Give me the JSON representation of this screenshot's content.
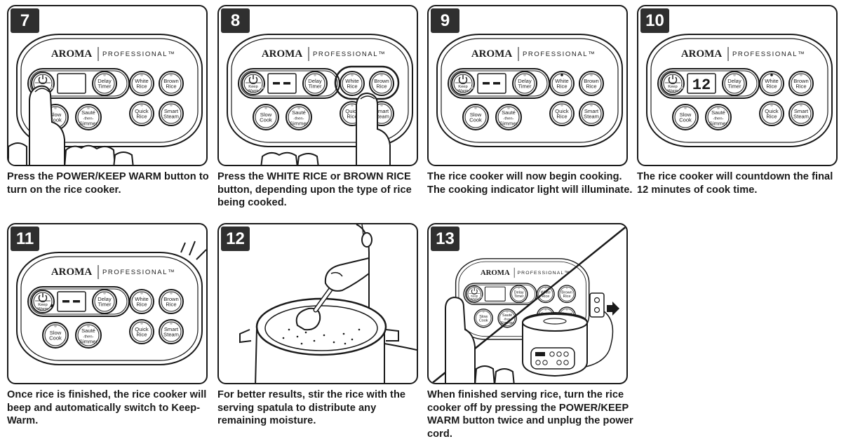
{
  "brand": {
    "name": "AROMA",
    "line": "PROFESSIONAL",
    "tm": "™"
  },
  "panel_buttons": {
    "keep_warm": [
      "Keep",
      "Warm"
    ],
    "delay_timer": [
      "Delay",
      "Timer"
    ],
    "white_rice": [
      "White",
      "Rice"
    ],
    "brown_rice": [
      "Brown",
      "Rice"
    ],
    "slow_cook": [
      "Slow",
      "Cook"
    ],
    "saute_simmer": [
      "Sauté",
      "-then-",
      "Simmer"
    ],
    "quick_rice": [
      "Quick",
      "Rice"
    ],
    "smart_steam": [
      "Smart",
      "Steam"
    ]
  },
  "steps": [
    {
      "number": "7",
      "display": "",
      "caption": "Press the POWER/KEEP WARM button to turn on the rice cooker."
    },
    {
      "number": "8",
      "display": "- -",
      "caption": "Press the WHITE RICE or BROWN RICE button, depending upon the type of rice being cooked."
    },
    {
      "number": "9",
      "display": "- -",
      "caption": "The rice cooker will now begin cooking. The cooking indicator light will illuminate."
    },
    {
      "number": "10",
      "display": "12",
      "caption": "The rice cooker will countdown the final 12 minutes of cook time."
    },
    {
      "number": "11",
      "display": "- -",
      "caption": "Once rice is finished, the rice cooker will beep and automatically switch to Keep-Warm."
    },
    {
      "number": "12",
      "caption": "For better results, stir the rice with the serving spatula to distribute any remaining moisture."
    },
    {
      "number": "13",
      "caption": "When finished serving rice, turn the rice cooker off by pressing the POWER/KEEP WARM button twice and unplug the power cord."
    }
  ]
}
